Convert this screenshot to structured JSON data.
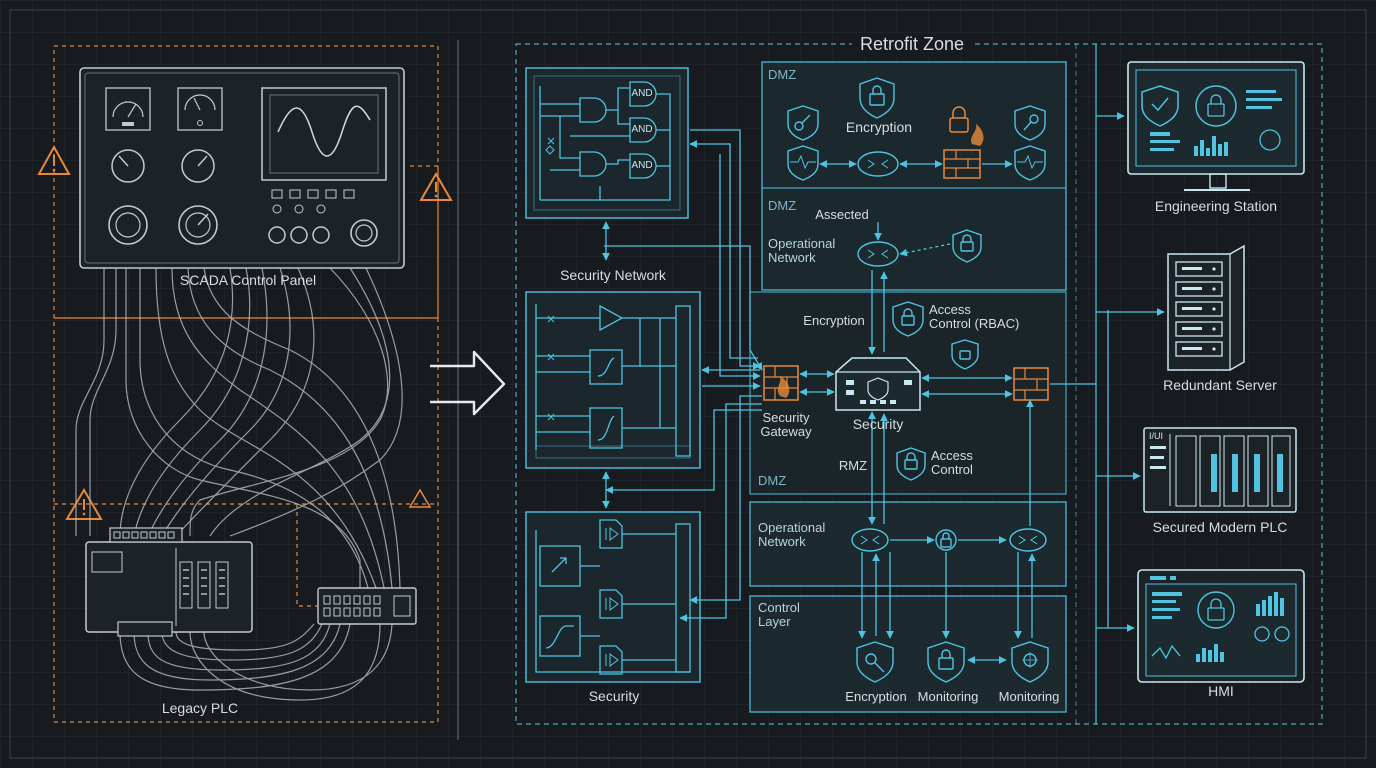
{
  "title": "Retrofit Zone",
  "legacy": {
    "scada_label": "SCADA Control Panel",
    "plc_label": "Legacy PLC"
  },
  "center": {
    "security_network": "Security Network",
    "security_bottom": "Security",
    "gate_labels": [
      "AND",
      "AND",
      "AND"
    ]
  },
  "core": {
    "dmz_top": "DMZ",
    "dmz_mid": "DMZ",
    "dmz_low": "DMZ",
    "encryption_top": "Encryption",
    "assected": "Assected",
    "operational_network_1": "Operational\nNetwork",
    "encryption_mid": "Encryption",
    "access_control_rbac": "Access\nControl (RBAC)",
    "security_gateway": "Security\nGateway",
    "security_appliance": "Security",
    "rmz": "RMZ",
    "access_control": "Access\nControl",
    "operational_network_2": "Operational\nNetwork",
    "control_layer": "Control\nLayer",
    "encryption_bottom": "Encryption",
    "monitoring_1": "Monitoring",
    "monitoring_2": "Monitoring"
  },
  "right": {
    "engineering_station": "Engineering Station",
    "redundant_server": "Redundant Server",
    "secured_plc": "Secured Modern PLC",
    "hmi": "HMI",
    "plc_tag": "I/UI"
  },
  "colors": {
    "background": "#171b1f",
    "line_gray": "#b9c0c7",
    "accent_cyan": "#4fc3e0",
    "accent_orange": "#e8893a",
    "panel_fill": "#1c2a30"
  }
}
